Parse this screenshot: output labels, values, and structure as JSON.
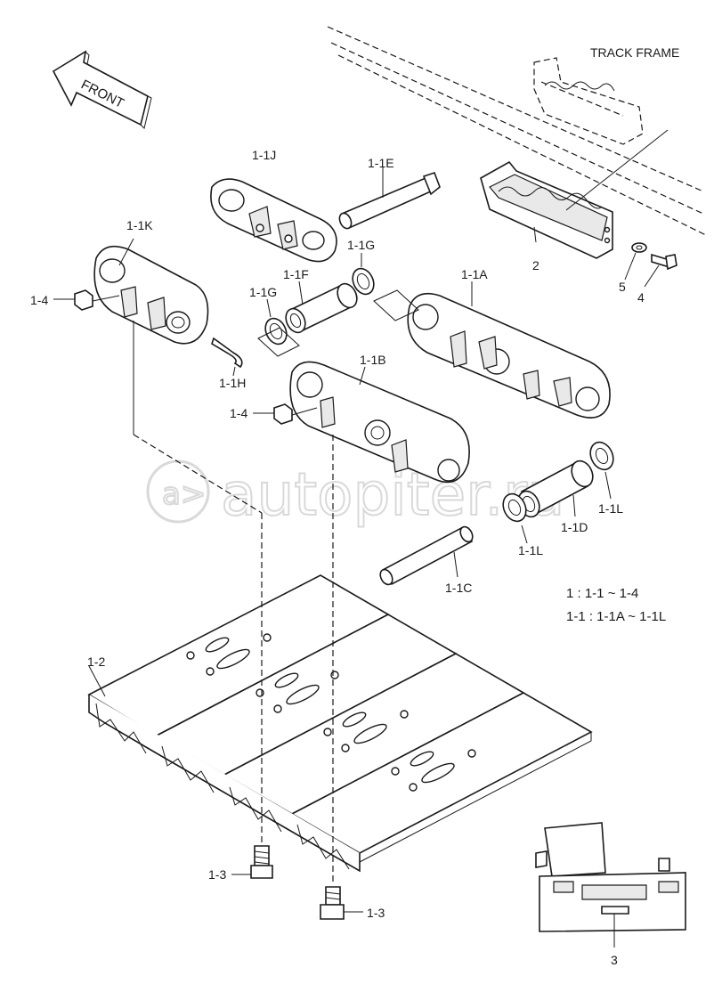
{
  "diagram": {
    "frame_label": "TRACK FRAME",
    "front_label": "FRONT",
    "watermark": "autopiter.ru",
    "callouts": {
      "c_1_1J": "1-1J",
      "c_1_1E": "1-1E",
      "c_1_1K": "1-1K",
      "c_1_1G_top": "1-1G",
      "c_1_1F": "1-1F",
      "c_1_1G_left": "1-1G",
      "c_1_1A": "1-1A",
      "c_1_4_top": "1-4",
      "c_1_1H": "1-1H",
      "c_1_1B": "1-1B",
      "c_1_4_mid": "1-4",
      "c_2": "2",
      "c_5": "5",
      "c_4": "4",
      "c_1_1L_right": "1-1L",
      "c_1_1D": "1-1D",
      "c_1_1L_left": "1-1L",
      "c_1_1C": "1-1C",
      "c_1_2": "1-2",
      "c_1_3_left": "1-3",
      "c_1_3_right": "1-3",
      "c_3": "3"
    },
    "legend": {
      "line1": "1 : 1-1 ~ 1-4",
      "line2": "1-1 : 1-1A ~ 1-1L"
    }
  }
}
